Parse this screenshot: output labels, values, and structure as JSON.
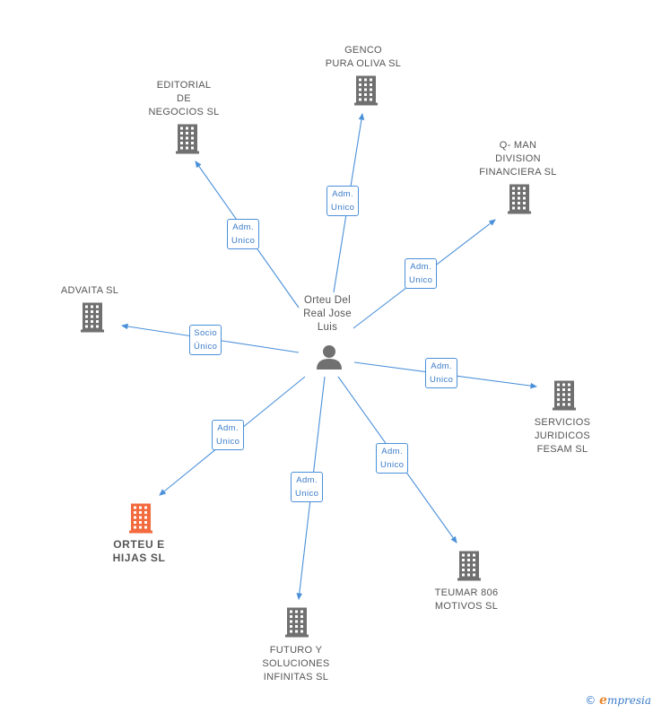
{
  "center": {
    "name": "Orteu Del\nReal Jose\nLuis"
  },
  "companies": [
    {
      "id": "genco",
      "name": "GENCO\nPURA OLIVA SL",
      "edge": "Adm.\nUnico",
      "highlight": false
    },
    {
      "id": "editorial",
      "name": "EDITORIAL\nDE\nNEGOCIOS SL",
      "edge": "Adm.\nUnico",
      "highlight": false
    },
    {
      "id": "qman",
      "name": "Q- MAN\nDIVISION\nFINANCIERA SL",
      "edge": "Adm.\nUnico",
      "highlight": false
    },
    {
      "id": "advaita",
      "name": "ADVAITA SL",
      "edge": "Socio\nÚnico",
      "highlight": false
    },
    {
      "id": "servicios",
      "name": "SERVICIOS\nJURIDICOS\nFESAM SL",
      "edge": "Adm.\nUnico",
      "highlight": false
    },
    {
      "id": "orteu",
      "name": "ORTEU E\nHIJAS SL",
      "edge": "Adm.\nUnico",
      "highlight": true
    },
    {
      "id": "teumar",
      "name": "TEUMAR 806\nMOTIVOS SL",
      "edge": "Adm.\nUnico",
      "highlight": false
    },
    {
      "id": "futuro",
      "name": "FUTURO Y\nSOLUCIONES\nINFINITAS SL",
      "edge": "Adm.\nUnico",
      "highlight": false
    }
  ],
  "colors": {
    "edge": "#4a90d9",
    "building": "#707070",
    "building_highlight": "#f26a3d",
    "person": "#707070"
  },
  "footer": {
    "copyright": "©",
    "brand_initial": "e",
    "brand_rest": "mpresia"
  }
}
